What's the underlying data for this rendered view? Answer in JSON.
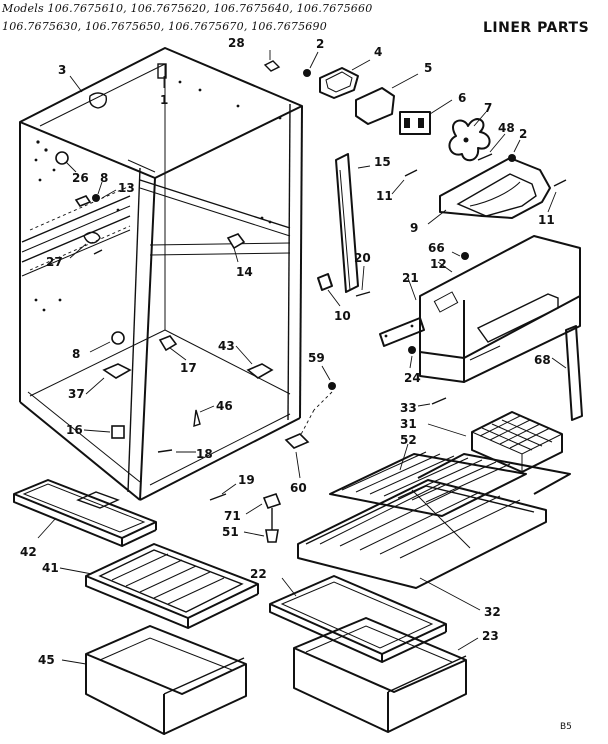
{
  "header": {
    "models_line_1": "Models 106.7675610, 106.7675620, 106.7675640, 106.7675660",
    "models_line_2": "106.7675630, 106.7675650, 106.7675670, 106.7675690",
    "title": "LINER PARTS"
  },
  "footer": {
    "code": "B5"
  },
  "callouts": {
    "c3": "3",
    "c28": "28",
    "c2a": "2",
    "c4": "4",
    "c5": "5",
    "c1": "1",
    "c6": "6",
    "c7": "7",
    "c48": "48",
    "c2b": "2",
    "c26": "26",
    "c8a": "8",
    "c13": "13",
    "c15": "15",
    "c11a": "11",
    "c11b": "11",
    "c9": "9",
    "c66": "66",
    "c12": "12",
    "c21": "21",
    "c27": "27",
    "c14": "14",
    "c20": "20",
    "c10": "10",
    "c8b": "8",
    "c17": "17",
    "c43": "43",
    "c59": "59",
    "c68": "68",
    "c24": "24",
    "c37": "37",
    "c46": "46",
    "c33": "33",
    "c31": "31",
    "c52": "52",
    "c16": "16",
    "c18": "18",
    "c19": "19",
    "c60": "60",
    "c71": "71",
    "c51": "51",
    "c42": "42",
    "c41": "41",
    "c22": "22",
    "c32": "32",
    "c23": "23",
    "c45": "45"
  }
}
